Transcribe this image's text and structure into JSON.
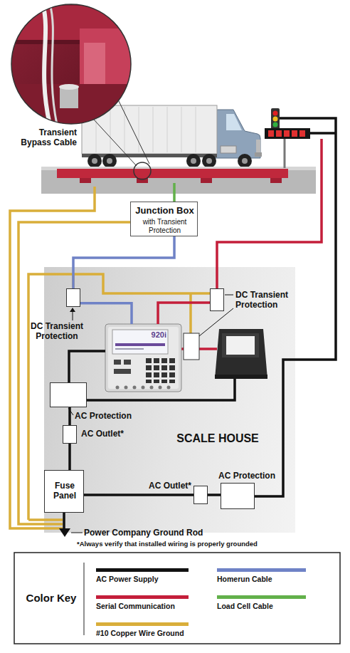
{
  "diagram": {
    "nodes": [
      {
        "text": [
          "Junction Box",
          "with Transient Protection"
        ]
      },
      {
        "text": [
          "SCALE HOUSE"
        ]
      },
      {
        "text": [
          "DC Transient Protection"
        ],
        "in": 1
      },
      {
        "text": [
          "DC Transient Protection"
        ],
        "in": 1
      },
      {
        "text": [
          "920i"
        ],
        "in": 1
      },
      {
        "text": [
          "AC Protection"
        ],
        "in": 1
      },
      {
        "text": [
          "AC Outlet*"
        ],
        "in": 1
      },
      {
        "text": [
          "Fuse Panel"
        ],
        "in": 1
      },
      {
        "text": [
          "AC Outlet*"
        ],
        "in": 1
      },
      {
        "text": [
          "AC Protection"
        ],
        "in": 1
      }
    ],
    "edges": [
      {
        "from": 0,
        "to": 2,
        "arrow": "none"
      },
      {
        "from": 2,
        "to": 4,
        "arrow": "none"
      },
      {
        "from": 4,
        "to": 3,
        "arrow": "none"
      },
      {
        "from": 7,
        "to": 6,
        "arrow": "none"
      },
      {
        "from": 6,
        "to": 5,
        "arrow": "none"
      },
      {
        "from": 5,
        "to": 4,
        "arrow": "none"
      },
      {
        "from": 7,
        "to": 8,
        "arrow": "none"
      },
      {
        "from": 8,
        "to": 9,
        "arrow": "none"
      }
    ],
    "labels": [
      "Transient Bypass Cable",
      "Power Company Ground Rod",
      "*Always verify that installed wiring is properly grounded",
      "Color Key"
    ],
    "legend": [
      {
        "text": "AC Power Supply",
        "color": "#111111"
      },
      {
        "text": "Homerun Cable",
        "color": "#6f82c6"
      },
      {
        "text": "Serial Communication",
        "color": "#c41e3a"
      },
      {
        "text": "Load Cell Cable",
        "color": "#62b04a"
      },
      {
        "text": "#10 Copper Wire Ground",
        "color": "#d9ae3a"
      }
    ]
  }
}
